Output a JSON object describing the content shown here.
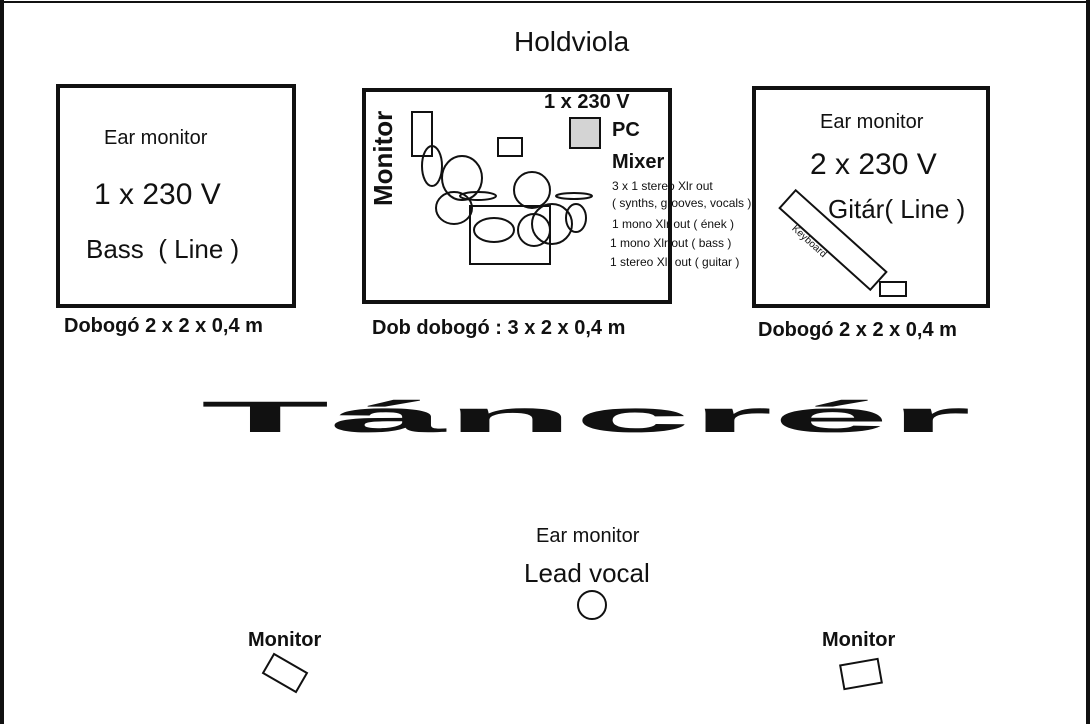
{
  "venue": {
    "title": "Holdviola"
  },
  "left_stage": {
    "ear_monitor": "Ear monitor",
    "power": "1 x 230 V",
    "input": "Bass  ( Line )",
    "platform": "Dobogó 2 x 2 x 0,4 m"
  },
  "drum_stage": {
    "monitor": "Monitor",
    "power": "1 x 230 V",
    "pc": "PC",
    "mixer": "Mixer",
    "outputs": [
      "3 x 1 stereo Xlr out",
      "( synths, grooves, vocals )",
      "1 mono Xlr out ( ének )",
      "1 mono Xlr out ( bass )",
      "1 stereo Xlr out ( guitar )"
    ],
    "platform": "Dob dobogó : 3 x 2 x 0,4 m"
  },
  "right_stage": {
    "ear_monitor": "Ear monitor",
    "power": "2 x 230 V",
    "input": "Gitár( Line )",
    "keyboard": "Keyboard",
    "platform": "Dobogó 2 x 2 x 0,4 m"
  },
  "dance_floor": {
    "label": "Táncrér"
  },
  "front": {
    "ear_monitor": "Ear monitor",
    "lead_vocal": "Lead vocal",
    "monitor_left": "Monitor",
    "monitor_right": "Monitor"
  }
}
